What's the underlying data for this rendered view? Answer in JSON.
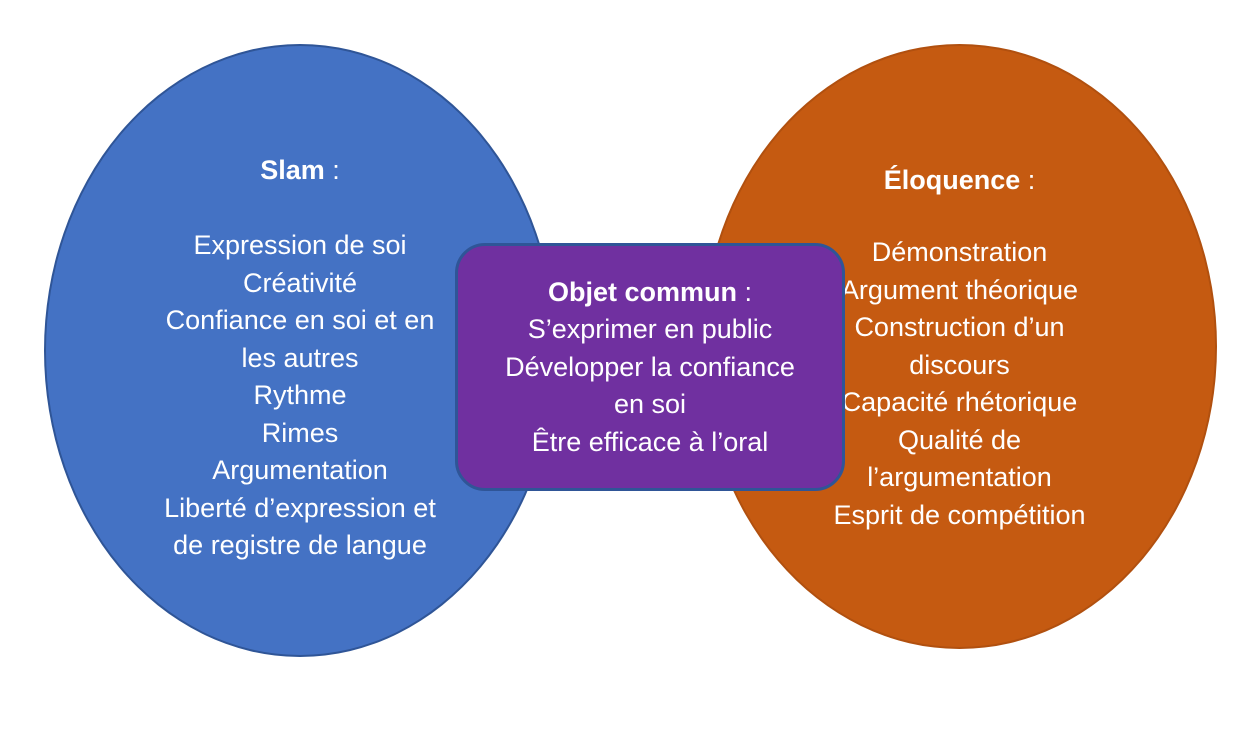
{
  "diagram": {
    "type": "venn-two-circles-with-intersection-panel",
    "background_color": "#FFFFFF",
    "left": {
      "shape": "ellipse",
      "fill_color": "#4472C4",
      "border_color": "#2F5597",
      "text_color": "#FFFFFF",
      "title": "Slam",
      "title_colon": " :",
      "items": [
        "Expression de soi",
        "Créativité",
        "Confiance en soi et en",
        "les autres",
        "Rythme",
        "Rimes",
        "Argumentation",
        "Liberté d’expression et",
        "de registre de langue"
      ]
    },
    "center": {
      "shape": "rounded-rectangle",
      "fill_color": "#7030A0",
      "border_color": "#2F5597",
      "text_color": "#FFFFFF",
      "title": "Objet commun",
      "title_colon": " :",
      "items": [
        "S’exprimer en public",
        "Développer la confiance",
        "en soi",
        "Être efficace à l’oral"
      ]
    },
    "right": {
      "shape": "ellipse",
      "fill_color": "#C55A11",
      "border_color": "#B1500F",
      "text_color": "#FFFFFF",
      "title": "Éloquence",
      "title_colon": " :",
      "items": [
        "Démonstration",
        "Argument théorique",
        "Construction d’un",
        "discours",
        "Capacité rhétorique",
        "Qualité de",
        "l’argumentation",
        "Esprit de compétition"
      ]
    }
  }
}
